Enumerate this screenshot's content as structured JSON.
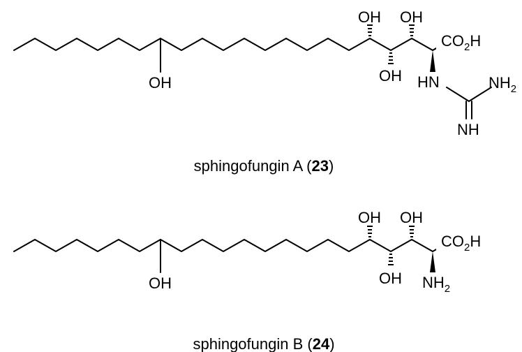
{
  "molecules": [
    {
      "name": "sphingofungin A",
      "number": "23",
      "labels": {
        "oh_c14": "OH",
        "oh_c5_top": "OH",
        "oh_c3_top": "OH",
        "oh_c4_bottom": "OH",
        "co2h": {
          "main": "CO",
          "sub": "2",
          "tail": "H"
        },
        "hn": "HN",
        "nh2": {
          "main": "NH",
          "sub": "2"
        },
        "nh": "NH"
      }
    },
    {
      "name": "sphingofungin B",
      "number": "24",
      "labels": {
        "oh_c14": "OH",
        "oh_c5_top": "OH",
        "oh_c3_top": "OH",
        "oh_c4_bottom": "OH",
        "co2h": {
          "main": "CO",
          "sub": "2",
          "tail": "H"
        },
        "nh2": {
          "main": "NH",
          "sub": "2"
        }
      }
    }
  ]
}
